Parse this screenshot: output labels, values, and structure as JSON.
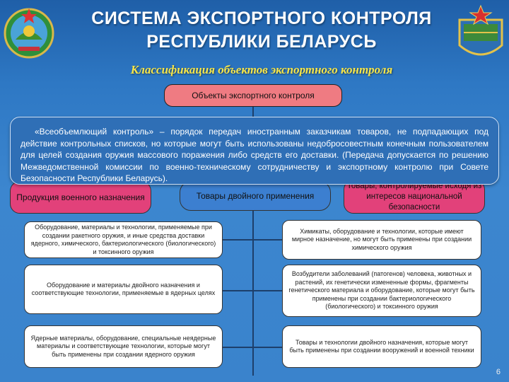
{
  "header": {
    "title_line1": "СИСТЕМА ЭКСПОРТНОГО КОНТРОЛЯ",
    "title_line2": "РЕСПУБЛИКИ БЕЛАРУСЬ",
    "subtitle": "Классификация объектов экспортного контроля"
  },
  "diagram": {
    "root": "Объекты экспортного контроля",
    "note": "«Всеобъемлющий контроль» – порядок передач иностранным заказчикам товаров, не подпадающих под действие контрольных списков, но которые могут быть использованы недобросовестным конечным пользователем для целей создания оружия массового поражения либо средств его доставки. (Передача допускается по решению Межведомственной комиссии по военно-техническому сотрудничеству и экспортному контролю при Совете Безопасности Республики Беларусь).",
    "categories": {
      "military": "Продукция военного назначения",
      "dual": "Товары двойного применения",
      "national": "Товары, контролируемые исходя из интересов национальной безопасности"
    },
    "left_items": [
      "Оборудование, материалы и технологии, применяемые при создании ракетного оружия, и иные средства доставки ядерного, химического, бактериологического (биологического) и токсинного оружия",
      "Оборудование и материалы двойного назначения и соответствующие технологии, применяемые в ядерных целях",
      "Ядерные материалы, оборудование, специальные неядерные материалы и соответствующие технологии, которые могут быть применены при создании ядерного оружия"
    ],
    "right_items": [
      "Химикаты, оборудование и технологии, которые имеют мирное назначение, но могут быть применены при создании химического оружия",
      "Возбудители заболеваний (патогенов) человека, животных и растений, их генетически измененные формы, фрагменты генетического материала и оборудование, которые могут быть применены при создании бактериологического (биологического) и токсинного оружия",
      "Товары и технологии двойного назначения, которые могут быть применены при создании вооружений и военной техники"
    ]
  },
  "footer": {
    "page_number": "6"
  }
}
